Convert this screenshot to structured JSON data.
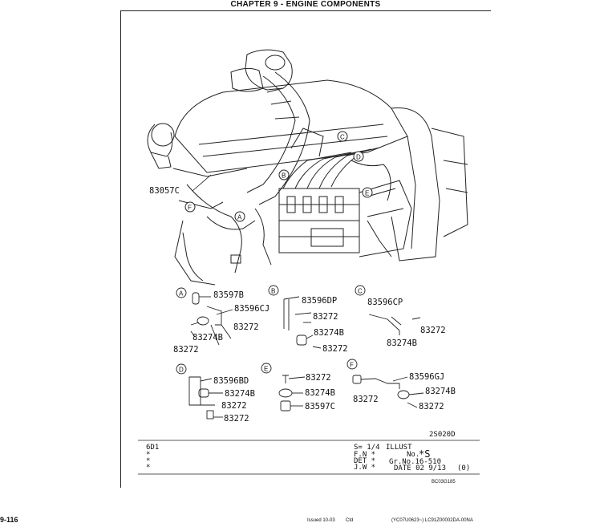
{
  "header": {
    "title": "CHAPTER 9 - ENGINE COMPONENTS"
  },
  "callouts": {
    "main": "83057C",
    "circle_a": "A",
    "circle_b": "B",
    "circle_c": "C",
    "circle_d": "D",
    "circle_e": "E",
    "circle_f": "F"
  },
  "group_a": {
    "letter": "A",
    "p1": "83597B",
    "p2": "83596CJ",
    "p3": "83272",
    "p4": "83274B",
    "p5": "83272"
  },
  "group_b": {
    "letter": "B",
    "p1": "83596DP",
    "p2": "83272",
    "p3": "83274B",
    "p4": "83272"
  },
  "group_c": {
    "letter": "C",
    "p1": "83596CP",
    "p2": "83272",
    "p3": "83274B"
  },
  "group_d": {
    "letter": "D",
    "p1": "83596BD",
    "p2": "83274B",
    "p3": "83272",
    "p4": "83272"
  },
  "group_e": {
    "letter": "E",
    "p1": "83272",
    "p2": "83274B",
    "p3": "83597C"
  },
  "group_f": {
    "letter": "F",
    "p1": "83596GJ",
    "p2": "83272",
    "p3": "83274B",
    "p4": "83272"
  },
  "figure_code": "2S020D",
  "info": {
    "left_code": "6D1",
    "stars": [
      "*",
      "*",
      "*"
    ],
    "col1": [
      "S= 1/4",
      "F.N *",
      "DET *",
      "J.W *"
    ],
    "illust": "ILLUST",
    "no_label": "No.",
    "no_value": "*S",
    "gr_no": "Gr.No.16-510",
    "date": "DATE 02 9/13",
    "rev": "(0)",
    "ref_code": "BC03G185"
  },
  "footer": {
    "page": "9-116",
    "issued": "Issued 10-03",
    "cat": "Ctd",
    "docref": "(YC07U0623~)  LC91Z00002DA-00NA"
  }
}
